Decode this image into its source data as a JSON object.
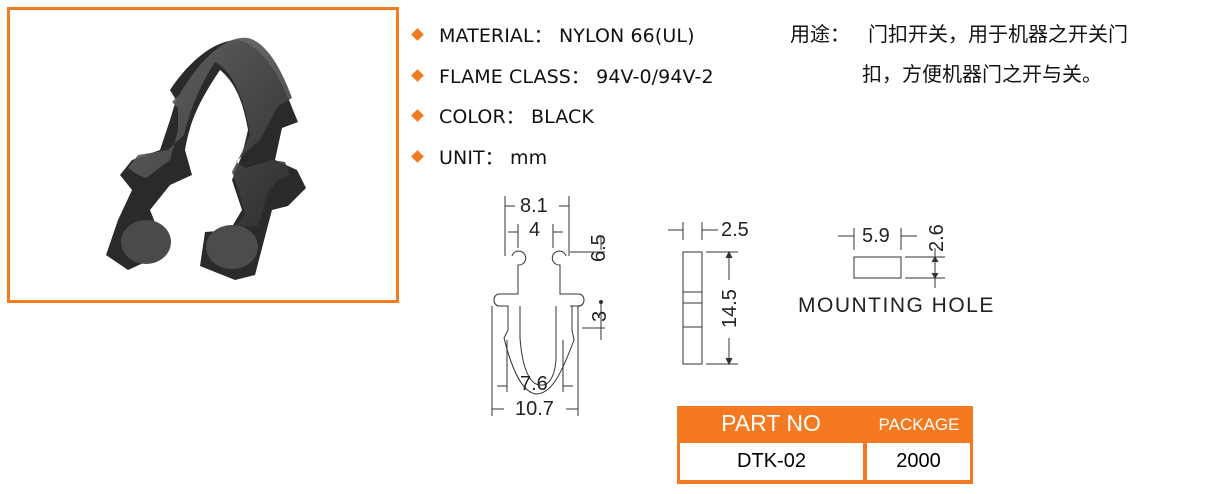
{
  "photo": {
    "alt": "Black nylon door catch clip product photo",
    "border_color": "#f07c1f"
  },
  "specs": [
    {
      "label": "MATERIAL： NYLON 66(UL)"
    },
    {
      "label": "FLAME CLASS： 94V-0/94V-2"
    },
    {
      "label": "COLOR： BLACK"
    },
    {
      "label": "UNIT： mm"
    }
  ],
  "usage": {
    "label": "用途：",
    "line1": "门扣开关，用于机器之开关门",
    "line2": "扣，方便机器门之开与关。"
  },
  "drawing": {
    "front": {
      "top_width": "8.1",
      "inner_top": "4",
      "right_height": "6.5",
      "right_small": "3",
      "inner_bottom": "7.6",
      "bottom_width": "10.7"
    },
    "side": {
      "thickness": "2.5",
      "height": "14.5"
    },
    "mounting_hole": {
      "width": "5.9",
      "height": "2.6",
      "label": "MOUNTING HOLE"
    }
  },
  "part_table": {
    "headers": [
      "PART NO",
      "PACKAGE"
    ],
    "row": [
      "DTK-02",
      "2000"
    ],
    "accent_color": "#f47920"
  }
}
